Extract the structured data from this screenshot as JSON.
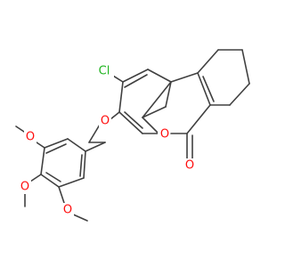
{
  "molecule": {
    "atoms": [
      {
        "id": "cl",
        "label": "Cl",
        "color": "#1fb41f"
      },
      {
        "id": "o_ether",
        "label": "O",
        "color": "#ff0d0d"
      },
      {
        "id": "o_ring",
        "label": "O",
        "color": "#ff0d0d"
      },
      {
        "id": "o_carbonyl",
        "label": "O",
        "color": "#ff0d0d"
      },
      {
        "id": "o_meo_top",
        "label": "O",
        "color": "#ff0d0d"
      },
      {
        "id": "o_meo_mid",
        "label": "O",
        "color": "#ff0d0d"
      },
      {
        "id": "o_meo_bot",
        "label": "O",
        "color": "#ff0d0d"
      }
    ],
    "bond_color": "#404040"
  }
}
